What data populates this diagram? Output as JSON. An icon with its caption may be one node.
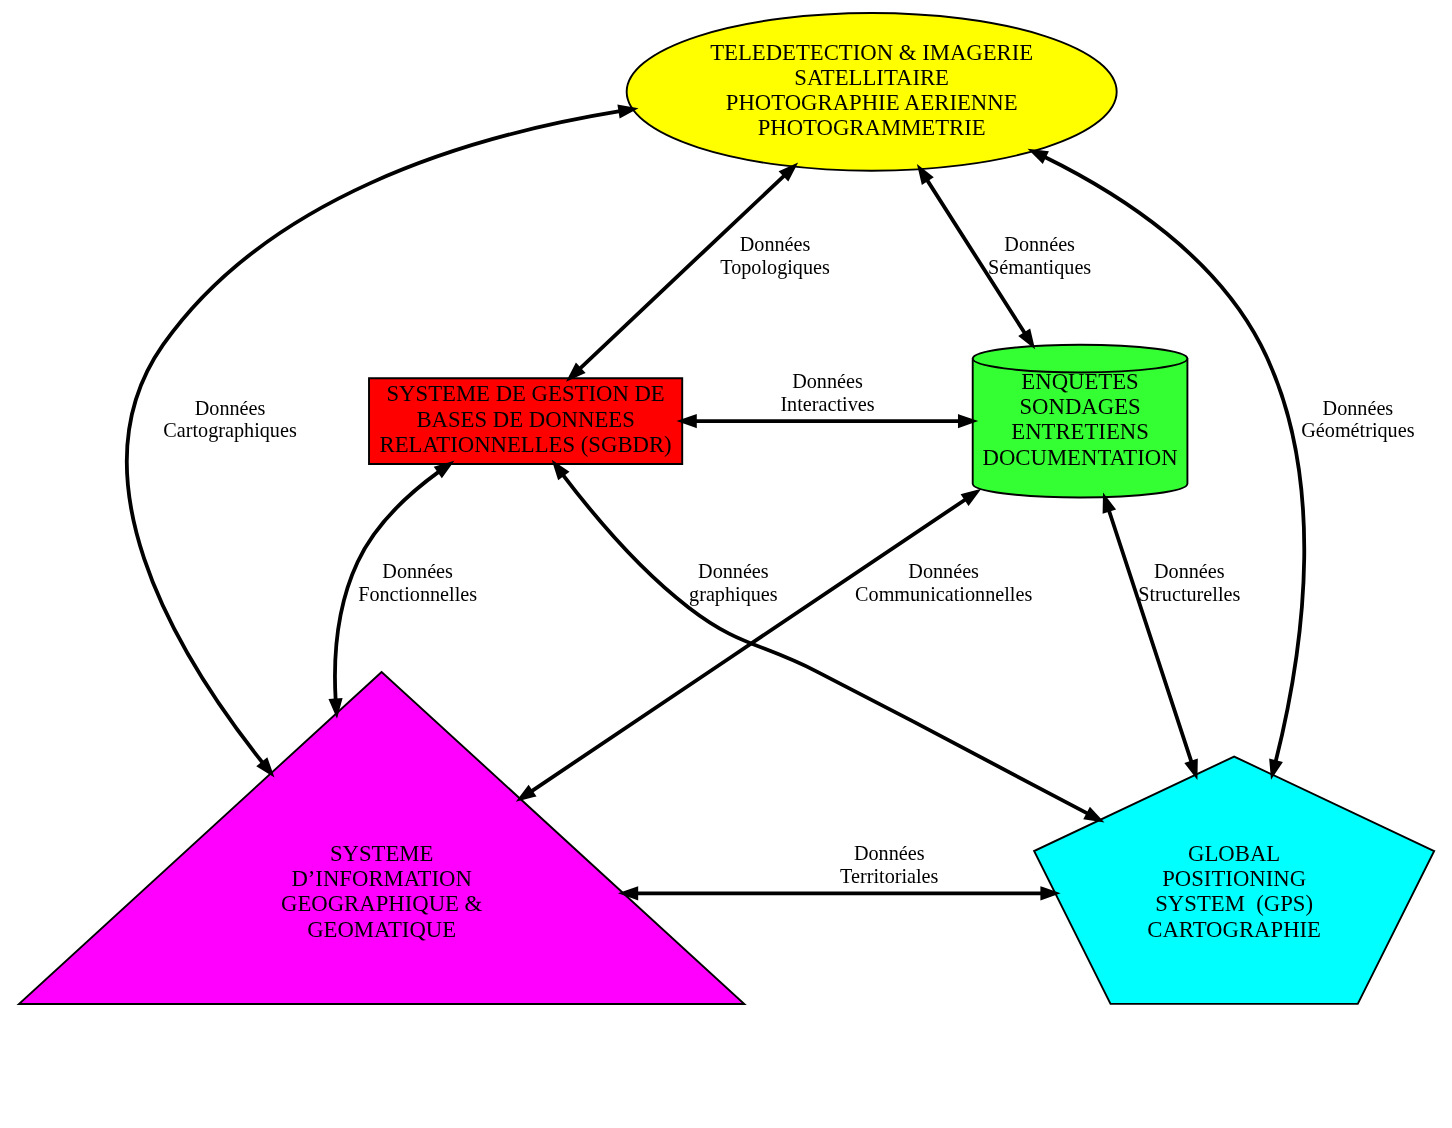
{
  "diagram": {
    "nodes": [
      {
        "text": [
          "TELEDETECTION & IMAGERIE SATELLITAIRE PHOTOGRAPHIE AERIENNE PHOTOGRAMMETRIE"
        ]
      },
      {
        "text": [
          "SYSTEME DE GESTION DE BASES DE DONNEES RELATIONNELLES (SGBDR)"
        ]
      },
      {
        "text": [
          "ENQUETES SONDAGES ENTRETIENS DOCUMENTATION"
        ]
      },
      {
        "text": [
          "SYSTEME D’INFORMATION GEOGRAPHIQUE & GEOMATIQUE"
        ]
      },
      {
        "text": [
          "GLOBAL POSITIONING SYSTEM  (GPS) CARTOGRAPHIE"
        ]
      }
    ],
    "edges": [
      {
        "from": 1,
        "to": 0,
        "arrow": "both",
        "label": "Données Topologiques"
      },
      {
        "from": 0,
        "to": 2,
        "arrow": "both",
        "label": "Données Sémantiques"
      },
      {
        "from": 0,
        "to": 3,
        "arrow": "both",
        "label": "Données Cartographiques"
      },
      {
        "from": 1,
        "to": 2,
        "arrow": "both",
        "label": "Données Interactives"
      },
      {
        "from": 1,
        "to": 4,
        "arrow": "both",
        "label": "Données graphiques"
      },
      {
        "from": 0,
        "to": 4,
        "arrow": "both",
        "label": "Données Géométriques"
      },
      {
        "from": 3,
        "to": 2,
        "arrow": "both",
        "label": "Données Communicationnelles"
      },
      {
        "from": 1,
        "to": 3,
        "arrow": "both",
        "label": "Données Fonctionnelles"
      },
      {
        "from": 2,
        "to": 4,
        "arrow": "both",
        "label": "Données Structurelles"
      },
      {
        "from": 3,
        "to": 4,
        "arrow": "both",
        "label": "Données Territoriales"
      }
    ]
  }
}
